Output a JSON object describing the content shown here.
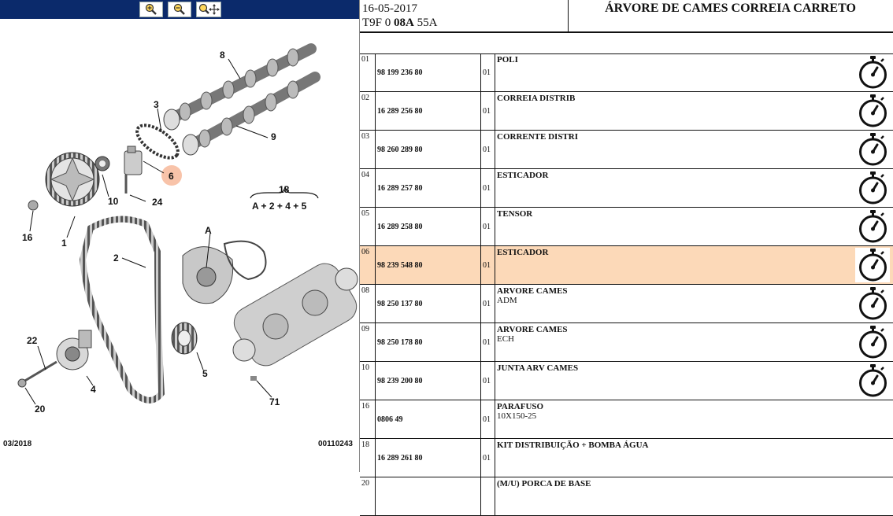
{
  "toolbar": {
    "zoom_in_icon": "zoom-in-icon",
    "zoom_out_icon": "zoom-out-icon",
    "zoom_fit_icon": "zoom-move-icon",
    "background": "#0b2a6b"
  },
  "diagram": {
    "callouts": [
      "8",
      "3",
      "9",
      "6",
      "10",
      "24",
      "18",
      "A + 2 + 4 + 5",
      "16",
      "1",
      "2",
      "A",
      "22",
      "4",
      "5",
      "20",
      "71"
    ],
    "footer_left": "03/2018",
    "footer_right": "00110243",
    "highlight_color": "#f7b99a"
  },
  "header": {
    "date": "16-05-2017",
    "code_prefix": "T9F 0 ",
    "code_bold": "08A",
    "code_suffix": " 55A",
    "title": "ÁRVORE DE CAMES CORREIA CARRETO"
  },
  "selected_row_color": "#fcd9b8",
  "rows": [
    {
      "idx": "01",
      "ref": "98 199 236 80",
      "qty": "01",
      "desc": "POLI",
      "desc2": "",
      "watch": true,
      "selected": false
    },
    {
      "idx": "02",
      "ref": "16 289 256 80",
      "qty": "01",
      "desc": "CORREIA DISTRIB",
      "desc2": "",
      "watch": true,
      "selected": false
    },
    {
      "idx": "03",
      "ref": "98 260 289 80",
      "qty": "01",
      "desc": "CORRENTE DISTRI",
      "desc2": "",
      "watch": true,
      "selected": false
    },
    {
      "idx": "04",
      "ref": "16 289 257 80",
      "qty": "01",
      "desc": "ESTICADOR",
      "desc2": "",
      "watch": true,
      "selected": false
    },
    {
      "idx": "05",
      "ref": "16 289 258 80",
      "qty": "01",
      "desc": "TENSOR",
      "desc2": "",
      "watch": true,
      "selected": false
    },
    {
      "idx": "06",
      "ref": "98 239 548 80",
      "qty": "01",
      "desc": "ESTICADOR",
      "desc2": "",
      "watch": true,
      "selected": true
    },
    {
      "idx": "08",
      "ref": "98 250 137 80",
      "qty": "01",
      "desc": "ARVORE CAMES",
      "desc2": "ADM",
      "watch": true,
      "selected": false
    },
    {
      "idx": "09",
      "ref": "98 250 178 80",
      "qty": "01",
      "desc": "ARVORE CAMES",
      "desc2": "ECH",
      "watch": true,
      "selected": false
    },
    {
      "idx": "10",
      "ref": "98 239 200 80",
      "qty": "01",
      "desc": "JUNTA ARV CAMES",
      "desc2": "",
      "watch": true,
      "selected": false
    },
    {
      "idx": "16",
      "ref": "0806 49",
      "qty": "01",
      "desc": "PARAFUSO",
      "desc2": "10X150-25",
      "watch": false,
      "selected": false
    },
    {
      "idx": "18",
      "ref": "16 289 261 80",
      "qty": "01",
      "desc": "KIT DISTRIBUIÇÃO + BOMBA ÁGUA",
      "desc2": "",
      "watch": false,
      "selected": false
    },
    {
      "idx": "20",
      "ref": "",
      "qty": "",
      "desc": "(M/U) PORCA DE BASE",
      "desc2": "",
      "watch": false,
      "selected": false
    }
  ]
}
